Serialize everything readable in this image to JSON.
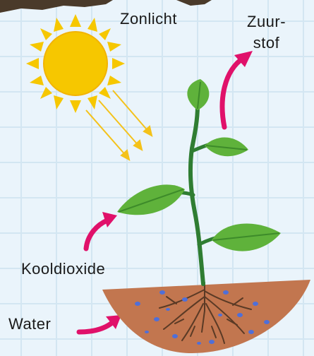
{
  "labels": {
    "sunlight": "Zonlicht",
    "oxygen_line1": "Zuur-",
    "oxygen_line2": "stof",
    "carbon_dioxide": "Kooldioxide",
    "water": "Water"
  },
  "colors": {
    "background": "#eaf4fb",
    "grid": "#cfe3f0",
    "sun": "#f6c700",
    "sun_rays": "#f6c700",
    "light_beams": "#f4c21a",
    "arrow": "#e0116a",
    "leaf": "#5fb23b",
    "leaf_dark": "#3d8b2a",
    "stem": "#2f7d32",
    "soil": "#c2764f",
    "roots": "#5a3a25",
    "water_drops": "#4f6fd8",
    "top_dirt": "#4a3a2a"
  },
  "icons": {
    "sun": "sun-icon",
    "plant": "plant-icon"
  }
}
